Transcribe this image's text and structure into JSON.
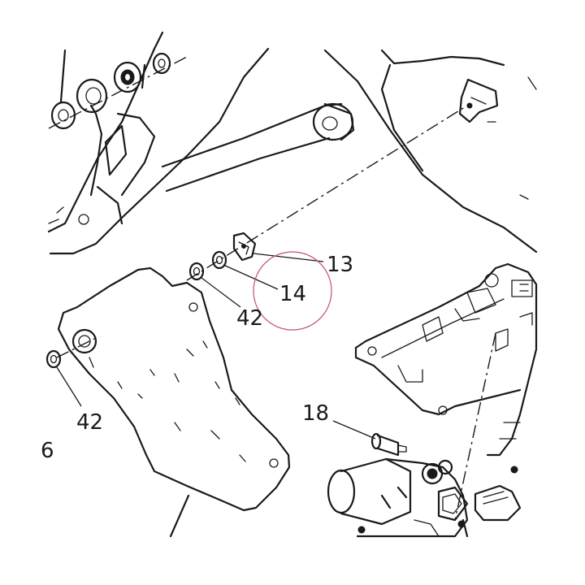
{
  "callouts": {
    "c13": "13",
    "c14": "14",
    "c42_upper": "42",
    "c42_lower": "42",
    "c18": "18",
    "c_partial_left": "6"
  },
  "colors": {
    "line": "#1a1a1a",
    "highlight_circle": "#c0506a",
    "background": "#ffffff"
  },
  "highlight": {
    "target": "14"
  }
}
